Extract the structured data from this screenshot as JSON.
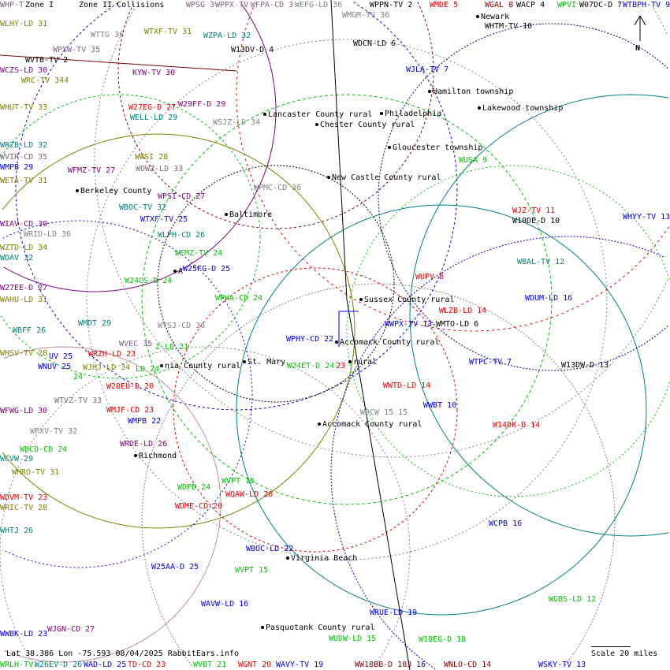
{
  "legend": {
    "zone1": "Zone I",
    "zone2": "Zone II Collisions"
  },
  "footer": {
    "coords": "Lat 38.386 Lon -75.593 08/04/2025 RabbitEars.info",
    "scale": "Scale 20 miles",
    "north": "N"
  },
  "colors": {
    "olive": "#808000",
    "purple": "#800080",
    "teal": "#008080",
    "gray": "#808080",
    "mauve": "#806080",
    "green": "#00c000",
    "red": "#e00000",
    "blue": "#0000e0",
    "darkred": "#800000",
    "black": "#000000"
  },
  "labels": [
    {
      "t": "WHP-T",
      "c": "mauve"
    },
    {
      "t": "WPSG 3",
      "c": "mauve"
    },
    {
      "t": "WPPX-TV",
      "c": "mauve"
    },
    {
      "t": "WFPA-CD 3",
      "c": "mauve"
    },
    {
      "t": "WEFG-LD 36",
      "c": "gray"
    },
    {
      "t": "WPPN-TV 2",
      "c": "black"
    },
    {
      "t": "WMDE 5",
      "c": "red"
    },
    {
      "t": "WGAL 8",
      "c": "darkred"
    },
    {
      "t": "WACP 4",
      "c": "black"
    },
    {
      "t": "WPVI",
      "c": "green"
    },
    {
      "t": "W07DC-D 7",
      "c": "black"
    },
    {
      "t": "WTBPH-TV 9",
      "c": "blue"
    },
    {
      "t": "WHTM-TV 10",
      "c": "black"
    },
    {
      "t": "WLHY-LD 31",
      "c": "olive"
    },
    {
      "t": "WTTG 36",
      "c": "gray"
    },
    {
      "t": "WTXF-TV 31",
      "c": "olive"
    },
    {
      "t": "WZPA-LD 32",
      "c": "teal"
    },
    {
      "t": "W13DV-D 4",
      "c": "black"
    },
    {
      "t": "WMGM-TV 36",
      "c": "gray"
    },
    {
      "t": "WDCN-LD 6",
      "c": "black"
    },
    {
      "t": "WPXW-TV 35",
      "c": "mauve"
    },
    {
      "t": "WVTB-TV 2",
      "c": "black"
    },
    {
      "t": "WCZS-LD 30",
      "c": "purple"
    },
    {
      "t": "KYW-TV 30",
      "c": "purple"
    },
    {
      "t": "WJLA-TV 7",
      "c": "blue"
    },
    {
      "t": "WRC-TV 344",
      "c": "olive"
    },
    {
      "t": "WHUT-TV 33",
      "c": "olive"
    },
    {
      "t": "W27EG-D 27",
      "c": "red"
    },
    {
      "t": "WELL-LD 29",
      "c": "teal"
    },
    {
      "t": "W29FF-D 29",
      "c": "purple"
    },
    {
      "t": "WSJZ-LD 34",
      "c": "gray"
    },
    {
      "t": "WRZB-LD 32",
      "c": "teal"
    },
    {
      "t": "WUSA 9",
      "c": "green"
    },
    {
      "t": "WVIR-CD 35",
      "c": "mauve"
    },
    {
      "t": "WMPB 29",
      "c": "blue"
    },
    {
      "t": "WFMZ-TV 27",
      "c": "purple"
    },
    {
      "t": "WWSI 28",
      "c": "olive"
    },
    {
      "t": "WOWZ-LD 33",
      "c": "mauve"
    },
    {
      "t": "WETA-TV 31",
      "c": "olive"
    },
    {
      "t": "WPMC-CD 36",
      "c": "gray"
    },
    {
      "t": "WPSI-CD 27",
      "c": "purple"
    },
    {
      "t": "WBOC-TV 32",
      "c": "teal"
    },
    {
      "t": "WJZ-TV 11",
      "c": "red"
    },
    {
      "t": "W10DE-D 10",
      "c": "black"
    },
    {
      "t": "WHYY-TV 13",
      "c": "blue"
    },
    {
      "t": "WTXF-TV 25",
      "c": "blue"
    },
    {
      "t": "WIAV-CD 30",
      "c": "purple"
    },
    {
      "t": "WLPH-CD 26",
      "c": "teal"
    },
    {
      "t": "WRID-LD 36",
      "c": "gray"
    },
    {
      "t": "WZTD-LD 34",
      "c": "olive"
    },
    {
      "t": "WFMZ-TV 24",
      "c": "green"
    },
    {
      "t": "WBAL-TV 12",
      "c": "teal"
    },
    {
      "t": "WDAV 32",
      "c": "teal"
    },
    {
      "t": "W25FG-D 25",
      "c": "blue"
    },
    {
      "t": "W27EE-D 27",
      "c": "purple"
    },
    {
      "t": "WUPV 8",
      "c": "red"
    },
    {
      "t": "W24CS-D 24",
      "c": "green"
    },
    {
      "t": "WAHU-LD 31",
      "c": "olive"
    },
    {
      "t": "WPHA-CD 24",
      "c": "green"
    },
    {
      "t": "WDUM-LD 16",
      "c": "blue"
    },
    {
      "t": "WLZB-LD 14",
      "c": "red"
    },
    {
      "t": "WBFF 26",
      "c": "teal"
    },
    {
      "t": "WMDT 29",
      "c": "teal"
    },
    {
      "t": "WYSJ-CD 36",
      "c": "gray"
    },
    {
      "t": "WWPX-TV 13",
      "c": "blue"
    },
    {
      "t": "WMTO-LD 6",
      "c": "black"
    },
    {
      "t": "WVEC 35",
      "c": "mauve"
    },
    {
      "t": "Z-LD 21",
      "c": "green"
    },
    {
      "t": "WPHY-CD 22",
      "c": "blue"
    },
    {
      "t": "WHSV-TV 28",
      "c": "olive"
    },
    {
      "t": "WRZH-LD 23",
      "c": "red"
    },
    {
      "t": "UV 25",
      "c": "blue"
    },
    {
      "t": "WNUV 25",
      "c": "blue"
    },
    {
      "t": "WJHJ-LD 34",
      "c": "olive"
    },
    {
      "t": "LD 24",
      "c": "green"
    },
    {
      "t": "W24ET-D 24",
      "c": "green"
    },
    {
      "t": "23",
      "c": "red"
    },
    {
      "t": "WTPC-TV 7",
      "c": "blue"
    },
    {
      "t": "W13DW-D 13",
      "c": "black"
    },
    {
      "t": "24",
      "c": "green"
    },
    {
      "t": "W20EU-D 20",
      "c": "red"
    },
    {
      "t": "WWTD-LD 14",
      "c": "red"
    },
    {
      "t": "WTVZ-TV 33",
      "c": "mauve"
    },
    {
      "t": "WWBT 10",
      "c": "blue"
    },
    {
      "t": "WFWG-LD 30",
      "c": "purple"
    },
    {
      "t": "WMJF-CD 23",
      "c": "red"
    },
    {
      "t": "WMPB 22",
      "c": "blue"
    },
    {
      "t": "WDCW 15 15",
      "c": "gray"
    },
    {
      "t": "W14DK-D 14",
      "c": "red"
    },
    {
      "t": "WPXV-TV 32",
      "c": "gray"
    },
    {
      "t": "WRDE-LD 26",
      "c": "purple"
    },
    {
      "t": "WDCO-CD 24",
      "c": "green"
    },
    {
      "t": "WCVW 29",
      "c": "teal"
    },
    {
      "t": "WHRO-TV 31",
      "c": "olive"
    },
    {
      "t": "WVPT 15",
      "c": "green"
    },
    {
      "t": "WDPB 24",
      "c": "green"
    },
    {
      "t": "WQAW-LD 20",
      "c": "red"
    },
    {
      "t": "WDVM-TV 23",
      "c": "red"
    },
    {
      "t": "WRIC-TV 28",
      "c": "olive"
    },
    {
      "t": "WDME-CD 20",
      "c": "red"
    },
    {
      "t": "WCPB 16",
      "c": "blue"
    },
    {
      "t": "WHTJ 26",
      "c": "teal"
    },
    {
      "t": "WBOC-LD 22",
      "c": "blue"
    },
    {
      "t": "W25AA-D 25",
      "c": "blue"
    },
    {
      "t": "WVPT 15",
      "c": "green"
    },
    {
      "t": "WAVW-LD 16",
      "c": "blue"
    },
    {
      "t": "WGBS-LD 12",
      "c": "green"
    },
    {
      "t": "WRUE-LD 19",
      "c": "blue"
    },
    {
      "t": "WWBK-LD 23",
      "c": "blue"
    },
    {
      "t": "WJGN-CD 27",
      "c": "purple"
    },
    {
      "t": "WUDW-LD 15",
      "c": "green"
    },
    {
      "t": "W18EG-D 18",
      "c": "green"
    },
    {
      "t": "WRLH-TV",
      "c": "green"
    },
    {
      "t": "W26EV-D 26",
      "c": "teal"
    },
    {
      "t": "WAD-LD 25",
      "c": "blue"
    },
    {
      "t": "TD-CD 23",
      "c": "red"
    },
    {
      "t": "WVBT 21",
      "c": "green"
    },
    {
      "t": "WGNT 20",
      "c": "red"
    },
    {
      "t": "WAVY-TV 19",
      "c": "blue"
    },
    {
      "t": "WW18BB-D 183",
      "c": "darkred"
    },
    {
      "t": "16",
      "c": "blue"
    },
    {
      "t": "WNLO-CD 14",
      "c": "darkred"
    },
    {
      "t": "WSKY-TV 13",
      "c": "blue"
    }
  ],
  "places": [
    "Newark",
    "Hamilton township",
    "Lakewood township",
    "Lancaster County rural",
    "Chester County rural",
    "Philadelphia",
    "Gloucester township",
    "New Castle County rural",
    "Berkeley County",
    "Baltimore",
    "Sussex County rural",
    "Accomack County rural",
    "nia County rural",
    "St. Mary",
    "rural",
    "Accomack County rural",
    "Richmond",
    "Virginia Beach",
    "Pasquotank County rural",
    "A"
  ]
}
